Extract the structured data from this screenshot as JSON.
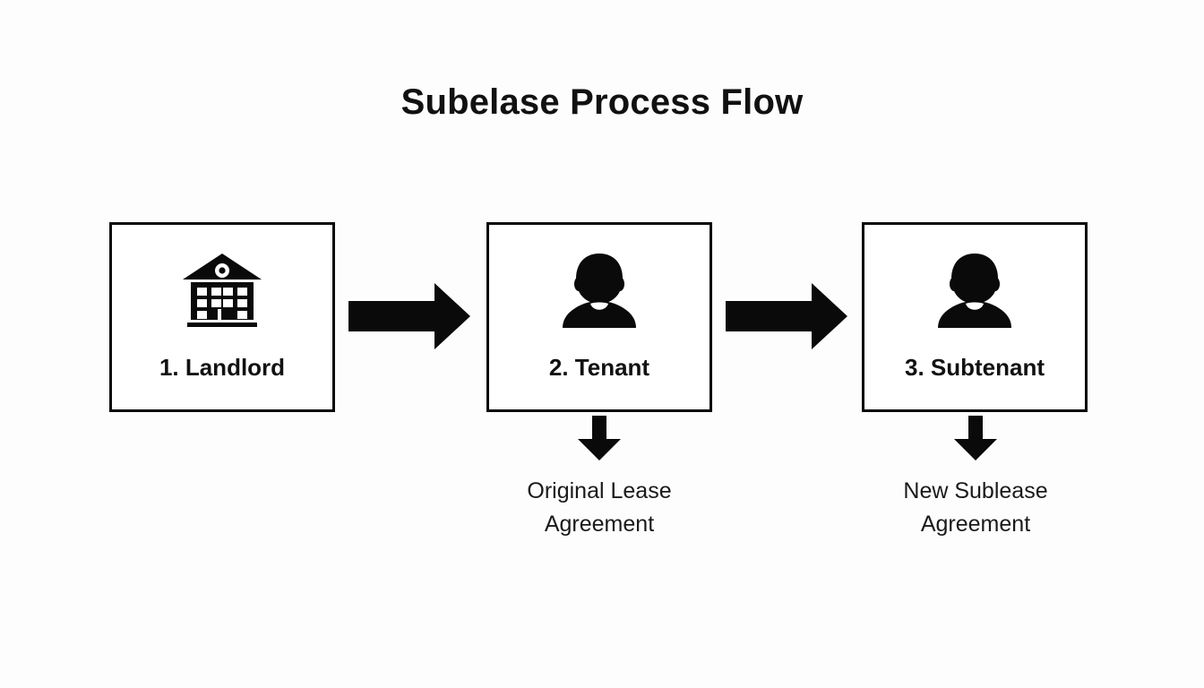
{
  "diagram": {
    "title": "Subelase Process Flow",
    "background_color": "#fdfdfd",
    "line_color": "#0a0a0a",
    "steps": [
      {
        "id": "landlord",
        "label": "1. Landlord",
        "icon": "building-icon"
      },
      {
        "id": "tenant",
        "label": "2. Tenant",
        "icon": "person-icon"
      },
      {
        "id": "subtenant",
        "label": "3. Subtenant",
        "icon": "person-icon"
      }
    ],
    "connectors": [
      {
        "id": "landlord-to-tenant",
        "icon": "arrow-right-icon"
      },
      {
        "id": "tenant-to-subtenant",
        "icon": "arrow-right-icon"
      },
      {
        "id": "tenant-to-document",
        "icon": "arrow-down-icon"
      },
      {
        "id": "subtenant-to-document",
        "icon": "arrow-down-icon"
      }
    ],
    "documents": [
      {
        "id": "original-lease",
        "line1": "Original Lease",
        "line2": "Agreement"
      },
      {
        "id": "new-sublease",
        "line1": "New Sublease",
        "line2": "Agreement"
      }
    ]
  }
}
